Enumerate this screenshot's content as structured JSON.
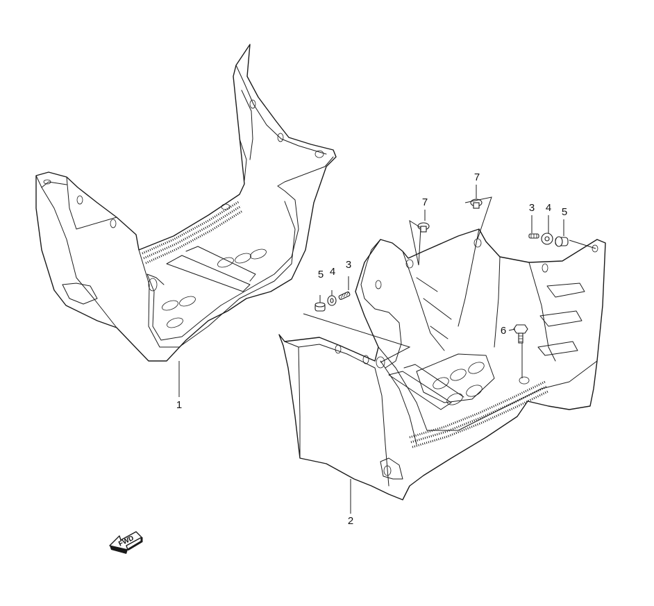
{
  "callouts": {
    "c1": "1",
    "c2": "2",
    "c3a": "3",
    "c4a": "4",
    "c5a": "5",
    "c3b": "3",
    "c4b": "4",
    "c5b": "5",
    "c6": "6",
    "c7a": "7",
    "c7b": "7"
  },
  "fwd_arrow": {
    "label": "FWD",
    "icon": "fwd-arrow-icon"
  },
  "colors": {
    "line": "#1a1a1a",
    "background": "#ffffff"
  }
}
